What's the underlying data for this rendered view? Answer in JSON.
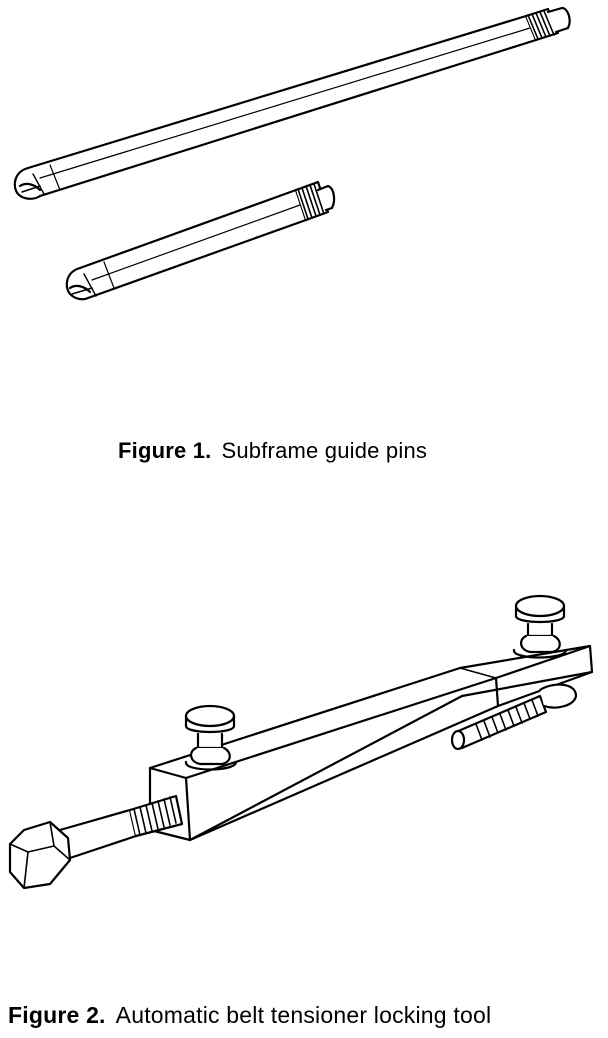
{
  "figures": [
    {
      "number": "Figure 1.",
      "caption": "Subframe guide pins"
    },
    {
      "number": "Figure 2.",
      "caption": "Automatic belt tensioner locking tool"
    }
  ]
}
